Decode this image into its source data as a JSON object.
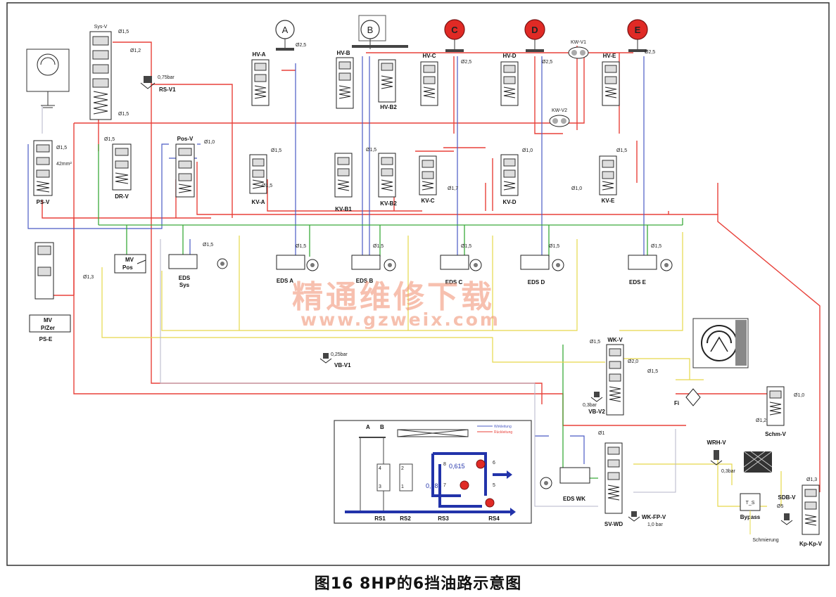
{
  "caption": "图16 8HP的6挡油路示意图",
  "watermark": {
    "cn": "精通维修下载",
    "url": "www.gzweix.com"
  },
  "ports": [
    {
      "id": "A",
      "label": "A",
      "active": false
    },
    {
      "id": "B",
      "label": "B",
      "active": false
    },
    {
      "id": "C",
      "label": "C",
      "active": true
    },
    {
      "id": "D",
      "label": "D",
      "active": true
    },
    {
      "id": "E",
      "label": "E",
      "active": true
    }
  ],
  "valves": {
    "sys_v": "Sys-V",
    "rs_v1": "RS-V1",
    "ps_v": "PS-V",
    "dr_v": "DR-V",
    "pos_v": "Pos-V",
    "hv_a": "HV-A",
    "hv_b": "HV-B",
    "hv_b2": "HV-B2",
    "hv_c": "HV-C",
    "hv_d": "HV-D",
    "hv_e": "HV-E",
    "kv_a": "KV-A",
    "kv_b1": "KV-B1",
    "kv_b2": "KV-B2",
    "kv_c": "KV-C",
    "kv_d": "KV-D",
    "kv_e": "KV-E",
    "kw_v1": "KW-V1",
    "kw_v2": "KW-V2",
    "mv_pos_1": "MV",
    "mv_pos_2": "Pos",
    "mv_pzer_1": "MV",
    "mv_pzer_2": "P/Zer",
    "ps_e": "PS-E",
    "eds_sys_1": "EDS",
    "eds_sys_2": "Sys",
    "eds_a": "EDS A",
    "eds_b": "EDS B",
    "eds_c": "EDS C",
    "eds_d": "EDS D",
    "eds_e": "EDS E",
    "vb_v1": "VB-V1",
    "vb_v2": "VB-V2",
    "wk_v": "WK-V",
    "eds_wk": "EDS WK",
    "sv_wd": "SV-WD",
    "wk_fp_v": "WK-FP-V",
    "schm_v": "Schm-V",
    "wrh_v": "WRH-V",
    "sdb_v": "SDB-V",
    "t_s": "T_S",
    "bypass": "Bypass",
    "schmierung": "Schmierung",
    "kp_kp_v": "Kp-Kp-V",
    "fi": "Fi"
  },
  "small_labels": {
    "d15": "Ø1,5",
    "d10": "Ø1,0",
    "d12": "Ø1,2",
    "d13": "Ø1,3",
    "d17": "Ø1,7",
    "d20": "Ø2,0",
    "d25": "Ø2,5",
    "d1": "Ø1",
    "d5": "Ø5",
    "bar": "0,25bar",
    "bar2": "0,75bar",
    "bar3": "1,0 bar",
    "bar4": "0,3bar",
    "bar5": "0,3bar",
    "mm": "42mm²"
  },
  "legend": {
    "a": "A",
    "b": "B",
    "line1": "Wirkleitung",
    "line2": "Rückleitung",
    "n8": "8",
    "n6": "6",
    "n7": "7",
    "n5": "5",
    "n4": "4",
    "n3": "3",
    "n2": "2",
    "n1": "1",
    "val1": "0,615",
    "val2": "0,385",
    "rs1": "RS1",
    "rs2": "RS2",
    "rs3": "RS3",
    "rs4": "RS4"
  },
  "colors": {
    "red": "#e8413a",
    "blue": "#4a5bc4",
    "green": "#3aaa3a",
    "yellow": "#e6d84a",
    "navy": "#2233aa"
  }
}
